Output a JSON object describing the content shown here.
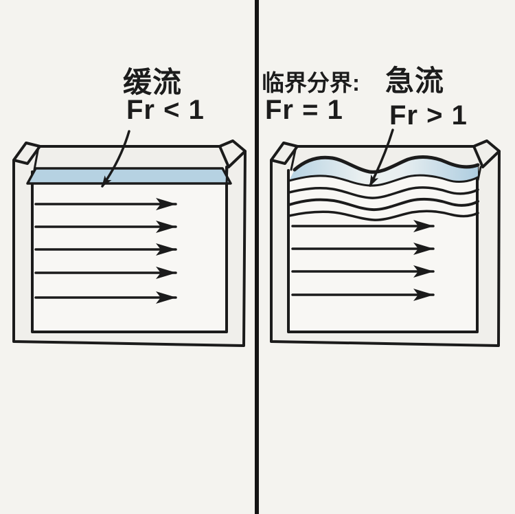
{
  "canvas": {
    "background_color": "#f4f3ef",
    "divider_color": "#141414",
    "ink_color": "#1b1b1b",
    "water_color": "#b6d2e2"
  },
  "left_panel": {
    "title": "缓流",
    "froude": "Fr < 1",
    "diagram": {
      "surface": "smooth",
      "flow_arrow_count": 5
    }
  },
  "right_panel": {
    "critical_label": "临界分界:",
    "critical_froude": "Fr = 1",
    "title": "急流",
    "froude": "Fr > 1",
    "diagram": {
      "surface": "wavy",
      "wave_line_count": 5,
      "flow_arrow_count": 4
    }
  }
}
